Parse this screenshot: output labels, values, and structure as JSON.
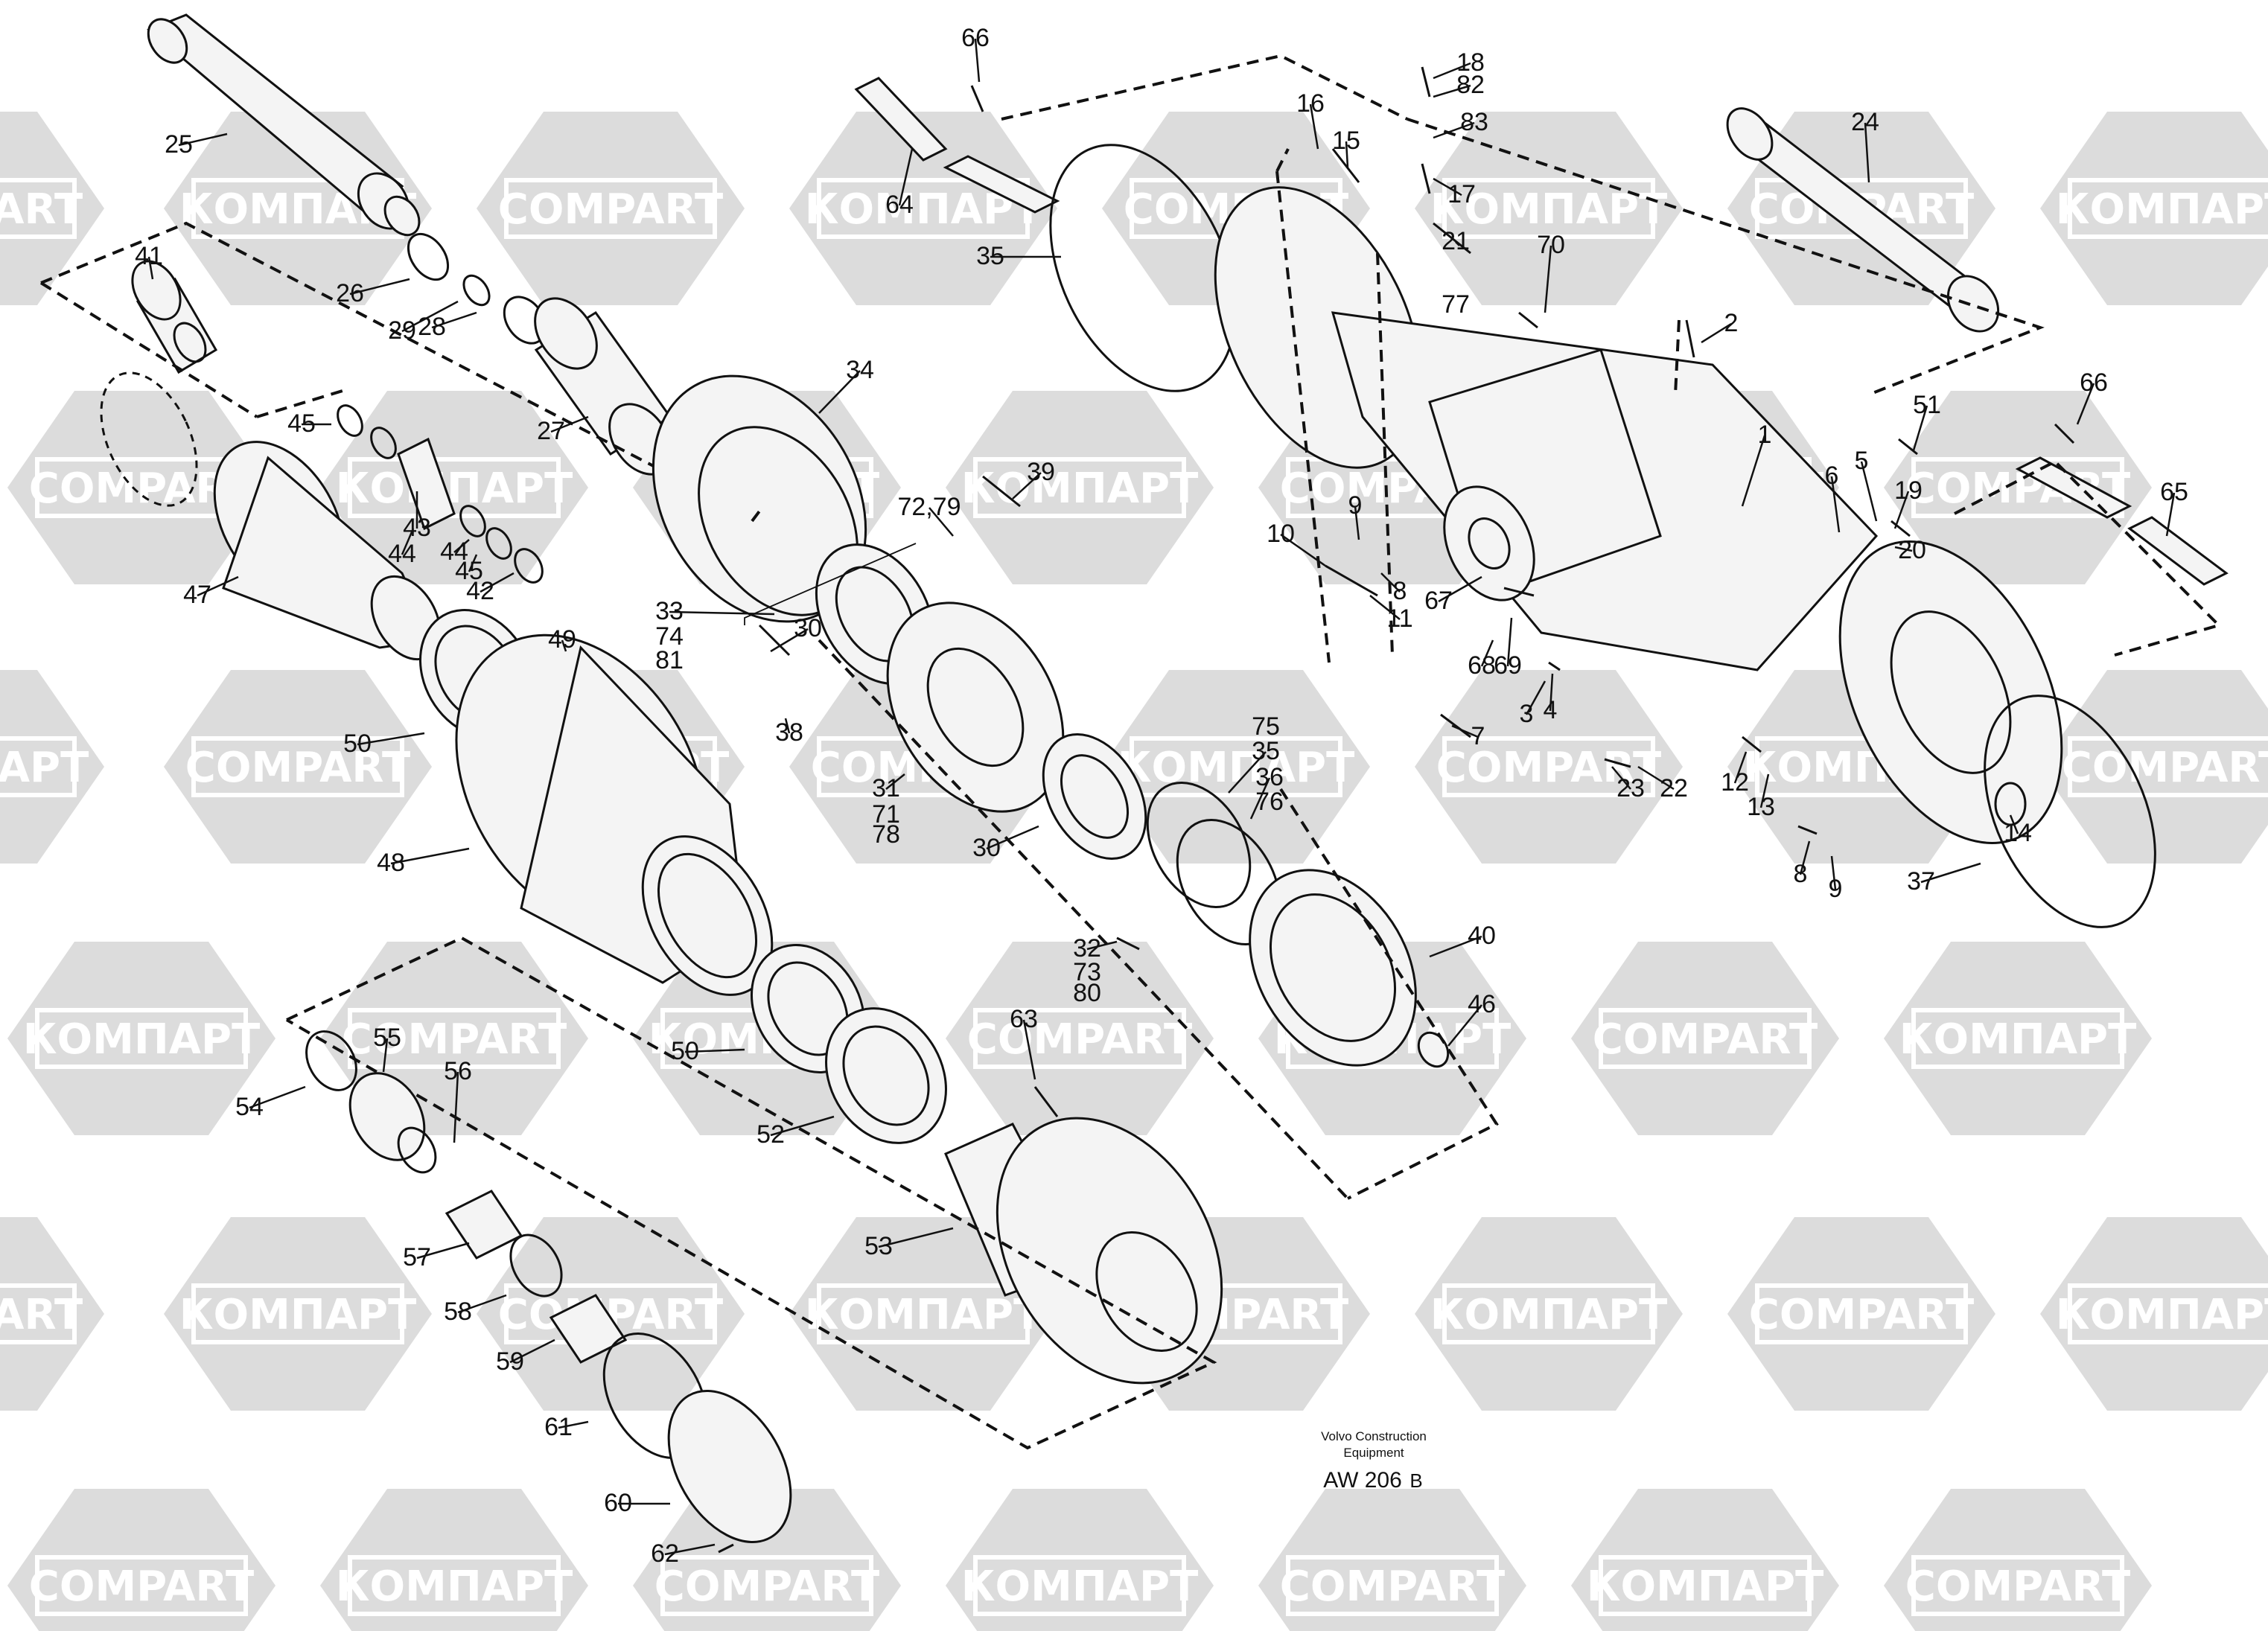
{
  "watermark": {
    "texts": [
      "COMPART",
      "КОМПАРТ"
    ],
    "grey": "#dcdcdc"
  },
  "caption": {
    "company_line1": "Volvo Construction",
    "company_line2": "Equipment",
    "code": "AW 206",
    "code_suffix": "B"
  },
  "callouts": [
    "1",
    "2",
    "3",
    "4",
    "5",
    "6",
    "7",
    "8",
    "8",
    "9",
    "9",
    "10",
    "11",
    "12",
    "13",
    "14",
    "15",
    "16",
    "17",
    "18",
    "19",
    "20",
    "21",
    "77",
    "22",
    "23",
    "24",
    "25",
    "26",
    "27",
    "28",
    "29",
    "30",
    "30",
    "31",
    "71",
    "78",
    "32",
    "73",
    "80",
    "33",
    "74",
    "81",
    "34",
    "35",
    "35",
    "75",
    "36",
    "76",
    "37",
    "38",
    "39",
    "40",
    "41",
    "42",
    "43",
    "44",
    "44",
    "45",
    "45",
    "46",
    "47",
    "48",
    "49",
    "50",
    "50",
    "51",
    "52",
    "53",
    "54",
    "55",
    "56",
    "57",
    "58",
    "59",
    "60",
    "61",
    "62",
    "63",
    "64",
    "65",
    "66",
    "66",
    "67",
    "68",
    "69",
    "70",
    "72,79",
    "82",
    "83"
  ],
  "colors": {
    "line": "#111111",
    "background": "#ffffff"
  }
}
